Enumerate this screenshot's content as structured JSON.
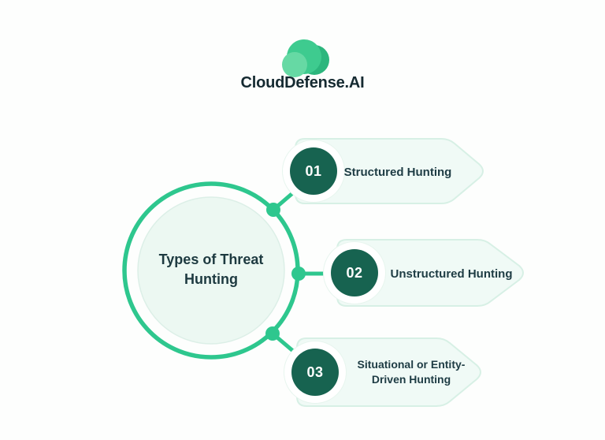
{
  "header": {
    "brand": "CloudDefense.AI",
    "logo": {
      "icon": "three-overlapping-circles-cloud",
      "color_dark": "#2cb67d",
      "color_mid": "#3ecb8f",
      "color_light": "#66d9a4"
    }
  },
  "hub": {
    "title": "Types of Threat Hunting"
  },
  "items": [
    {
      "number": "01",
      "title": "Structured Hunting"
    },
    {
      "number": "02",
      "title": "Unstructured Hunting"
    },
    {
      "number": "03",
      "title": "Situational or Entity-Driven Hunting"
    }
  ],
  "colors": {
    "accent_green": "#2ec78e",
    "dark_green_badge": "#176350",
    "item_fill": "#f0faf6",
    "item_border": "#d7f0e5",
    "hub_fill": "#ecf8f2",
    "hub_border": "#dcefe7",
    "heading_text": "#1d3a40",
    "brand_text": "#152a31",
    "number_text": "#ffffff",
    "background": "#fdfefd"
  }
}
